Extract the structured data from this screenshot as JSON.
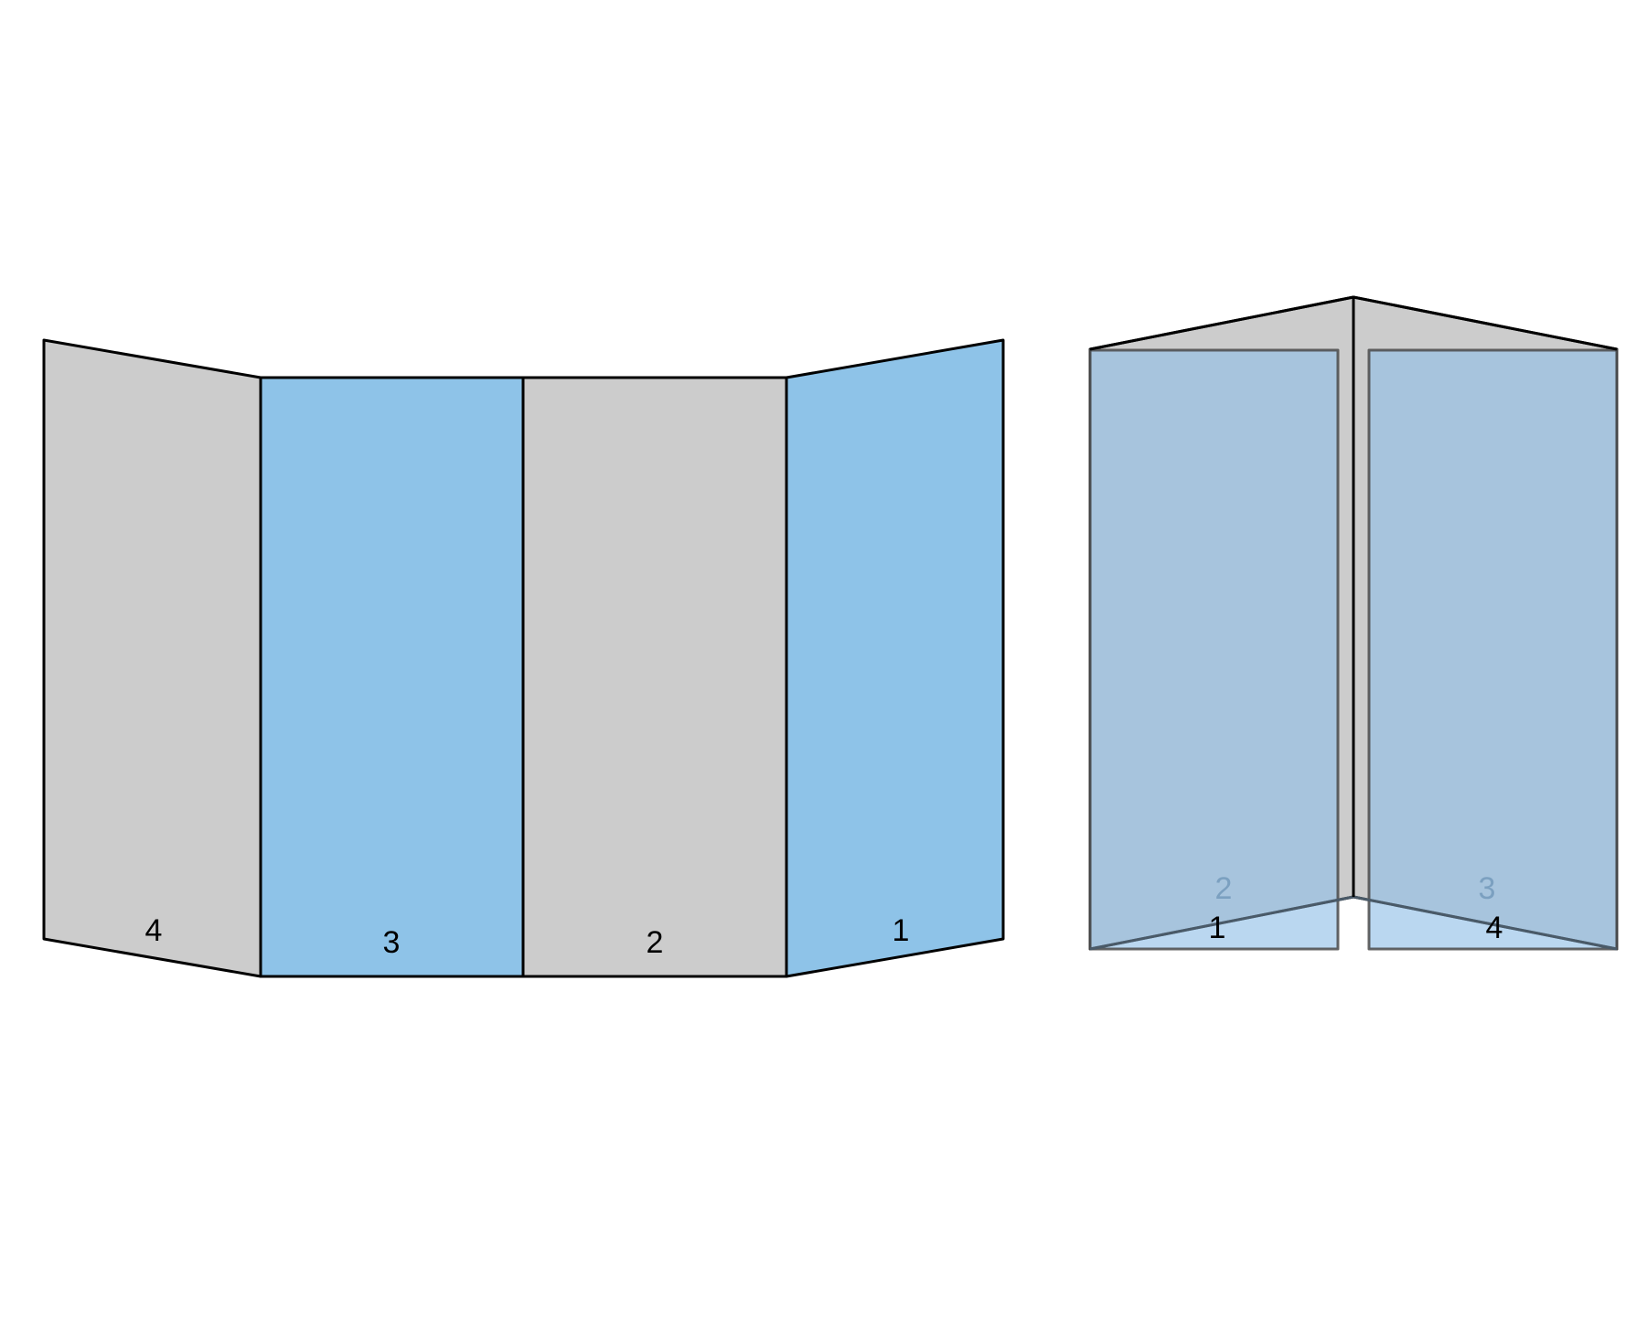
{
  "colors": {
    "gray_panel": "#cccccc",
    "blue_panel": "#8ec3e8",
    "blue_overlay": "#90bfe6",
    "outline": "#000000",
    "ghost_label": "#5a6e80"
  },
  "open_folder": {
    "panels": [
      {
        "label": "4",
        "color": "gray"
      },
      {
        "label": "3",
        "color": "blue"
      },
      {
        "label": "2",
        "color": "gray"
      },
      {
        "label": "1",
        "color": "blue"
      }
    ]
  },
  "closed_folder": {
    "left_pocket": {
      "front_label": "1",
      "back_label": "2"
    },
    "right_pocket": {
      "front_label": "4",
      "back_label": "3"
    }
  }
}
